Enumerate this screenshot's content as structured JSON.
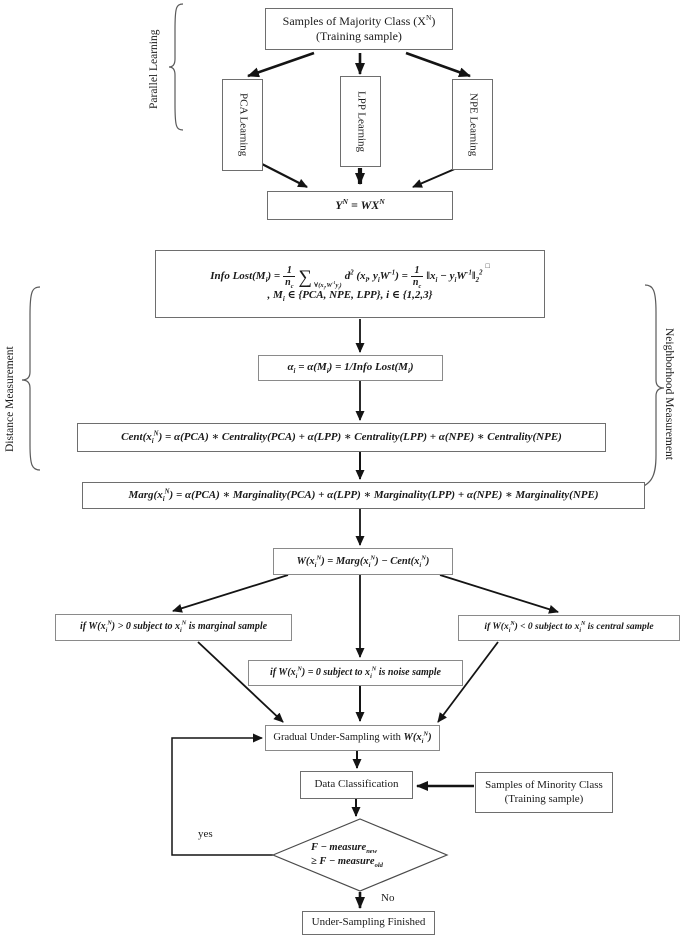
{
  "side_labels": {
    "parallel": "Parallel Learning",
    "distance": "Distance Measurement",
    "neighborhood": "Neighborhood Measurement"
  },
  "top": {
    "majority": {
      "line1": "Samples of Majority Class (X^{N})",
      "line2": "(Training sample)"
    },
    "learners": {
      "pca": "PCA Learning",
      "lpp": "LPP Learning",
      "npe": "NPE Learning"
    },
    "projection": "Y^{N} = WX^{N}"
  },
  "measure": {
    "info": {
      "lhs": "Info Lost(M_{i}) =",
      "frac1_num": "1",
      "frac1_den": "n_{c}",
      "sum": "∑",
      "sum_sub": "∀(x_{i},W^{-1}y_{i})",
      "mid": "d^{2} (x_{i}, y_{i}W^{-1}) =",
      "frac2_num": "1",
      "frac2_den": "n_{c}",
      "rhs": "‖x_{i} − y_{i}W^{-1}‖_{2}^{2}",
      "stray_square": "□",
      "line2": ", M_{i} ∈ {PCA, NPE, LPP}, i ∈ {1,2,3}"
    },
    "alpha": "α_{i} = α(M_{i}) = 1/Info Lost(M_{i})",
    "cent": "Cent(x_{i}^{N}) = α(PCA) ∗ Centrality(PCA) + α(LPP) ∗ Centrality(LPP) + α(NPE) ∗ Centrality(NPE)",
    "marg": "Marg(x_{i}^{N}) = α(PCA) ∗ Marginality(PCA) + α(LPP) ∗ Marginality(LPP) + α(NPE) ∗ Marginality(NPE)",
    "weight": "W(x_{i}^{N}) = Marg(x_{i}^{N}) − Cent(x_{i}^{N})"
  },
  "rules": {
    "marginal": "if  W(x_{i}^{N}) > 0  subject to  x_{i}^{N} is marginal sample",
    "central": "if  W(x_{i}^{N}) < 0  subject to  x_{i}^{N} is central sample",
    "noise": "if  W(x_{i}^{N}) = 0  subject to  x_{i}^{N} is noise sample"
  },
  "sampling": {
    "gradual_text": "Gradual Under-Sampling with ",
    "gradual_math": "W(x_{i}^{N})",
    "classification": "Data Classification",
    "minority": {
      "line1": "Samples of Minority Class",
      "line2": "(Training sample)"
    },
    "diamond_line1": "F − measure_{new}",
    "diamond_line2": "≥ F − measure_{old}",
    "yes": "yes",
    "no": "No",
    "finish": "Under-Sampling Finished"
  }
}
